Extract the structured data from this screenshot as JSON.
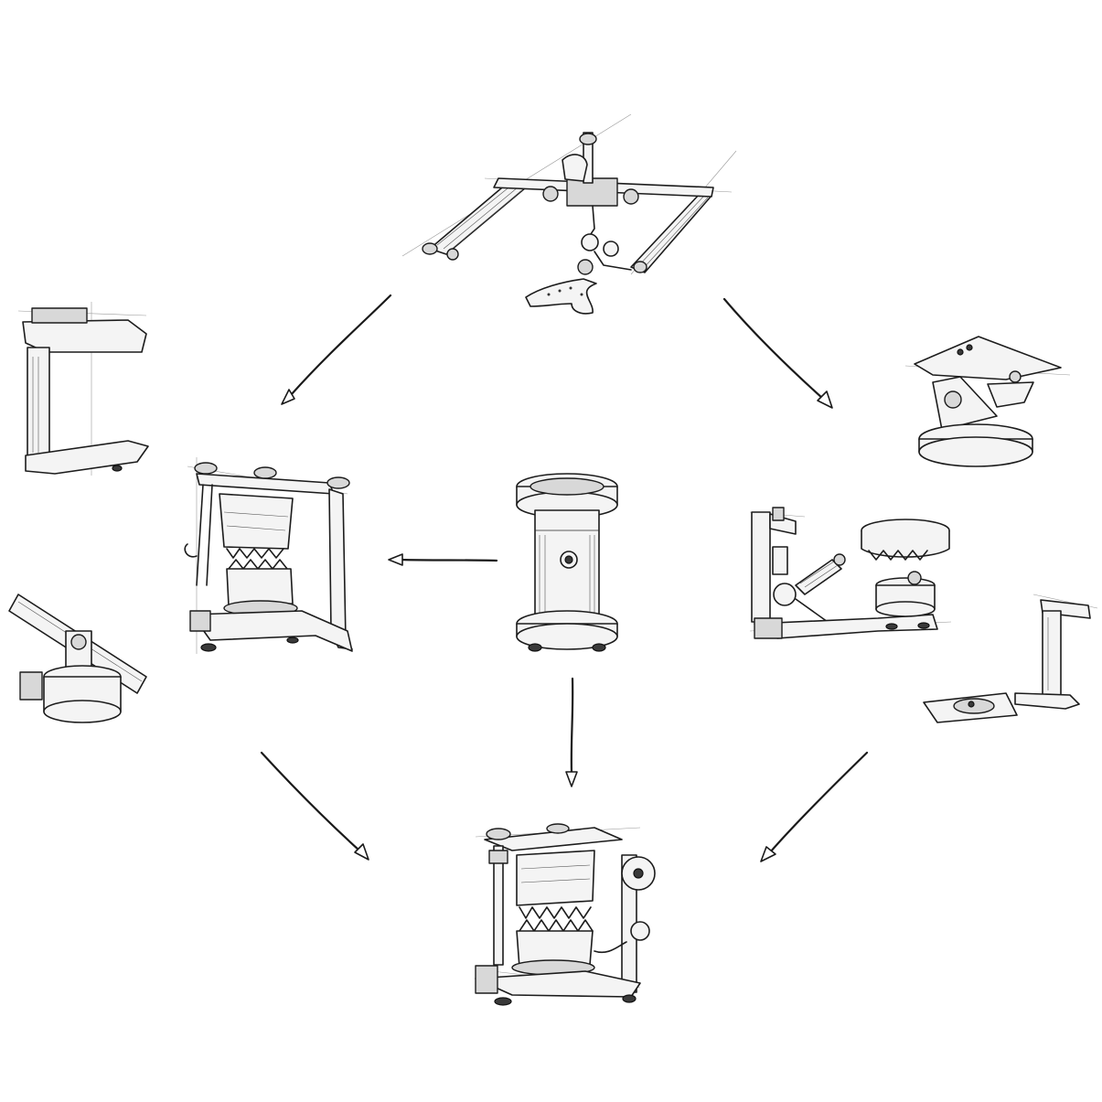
{
  "diagram": {
    "style": "pencil sketch",
    "background": "#ffffff",
    "ink_color": "#1c1c1c",
    "nodes": [
      {
        "id": "facebow",
        "icon": "facebow-transfer-icon"
      },
      {
        "id": "articulator-left",
        "icon": "articulator-icon"
      },
      {
        "id": "mounting-stand",
        "icon": "mounting-cylinder-icon"
      },
      {
        "id": "articulator-right",
        "icon": "transfer-stand-icon"
      },
      {
        "id": "articulator-final",
        "icon": "full-articulator-icon"
      },
      {
        "id": "side-bracket",
        "icon": "c-bracket-icon"
      },
      {
        "id": "side-hinge",
        "icon": "hinge-knob-icon"
      },
      {
        "id": "side-tilt-table",
        "icon": "tilt-table-icon"
      },
      {
        "id": "side-l-arm",
        "icon": "l-arm-base-icon"
      }
    ],
    "edges": [
      {
        "from": "facebow",
        "to": "articulator-left"
      },
      {
        "from": "facebow",
        "to": "side-tilt-table"
      },
      {
        "from": "mounting-stand",
        "to": "articulator-left"
      },
      {
        "from": "mounting-stand",
        "to": "articulator-final"
      },
      {
        "from": "articulator-left",
        "to": "articulator-final"
      },
      {
        "from": "side-l-arm",
        "to": "articulator-final"
      }
    ]
  }
}
